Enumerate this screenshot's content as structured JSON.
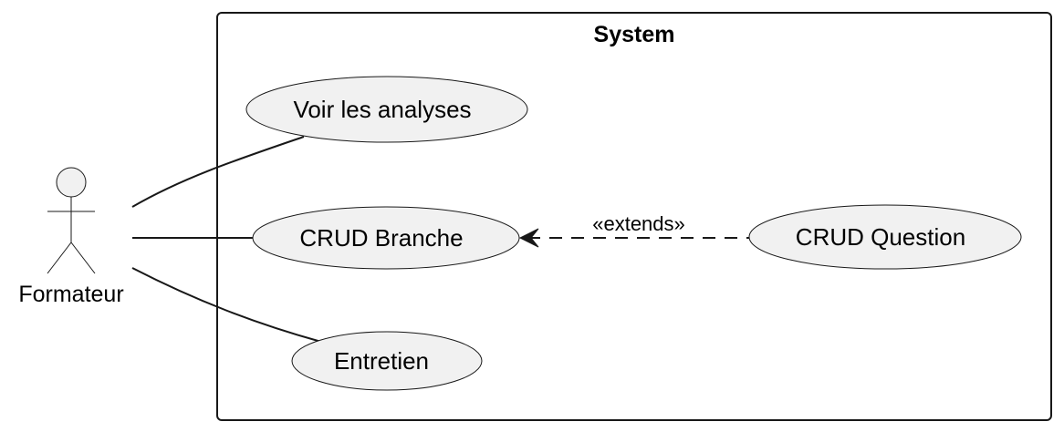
{
  "diagram": {
    "boundary": {
      "title": "System"
    },
    "actor": {
      "label": "Formateur"
    },
    "use_cases": {
      "voir": "Voir les analyses",
      "branche": "CRUD Branche",
      "question": "CRUD Question",
      "entretien": "Entretien"
    },
    "relations": {
      "extends_label": "«extends»"
    }
  }
}
